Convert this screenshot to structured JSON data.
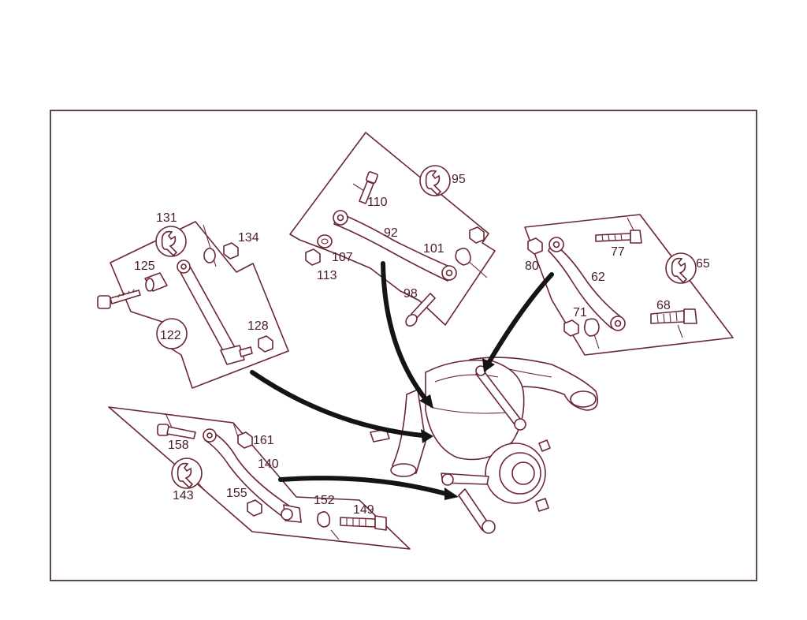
{
  "labels": {
    "p131": "131",
    "p134": "134",
    "p125": "125",
    "p122": "122",
    "p128": "128",
    "p110": "110",
    "p95": "95",
    "p92": "92",
    "p101": "101",
    "p107": "107",
    "p113": "113",
    "p98": "98",
    "p80": "80",
    "p77": "77",
    "p65": "65",
    "p62": "62",
    "p71": "71",
    "p68": "68",
    "p158": "158",
    "p161": "161",
    "p140": "140",
    "p143": "143",
    "p155": "155",
    "p152": "152",
    "p149": "149"
  },
  "icons": [
    "wrench-icon"
  ],
  "colors": {
    "line": "#6b2634",
    "arrow": "#141414",
    "background": "#ffffff"
  }
}
